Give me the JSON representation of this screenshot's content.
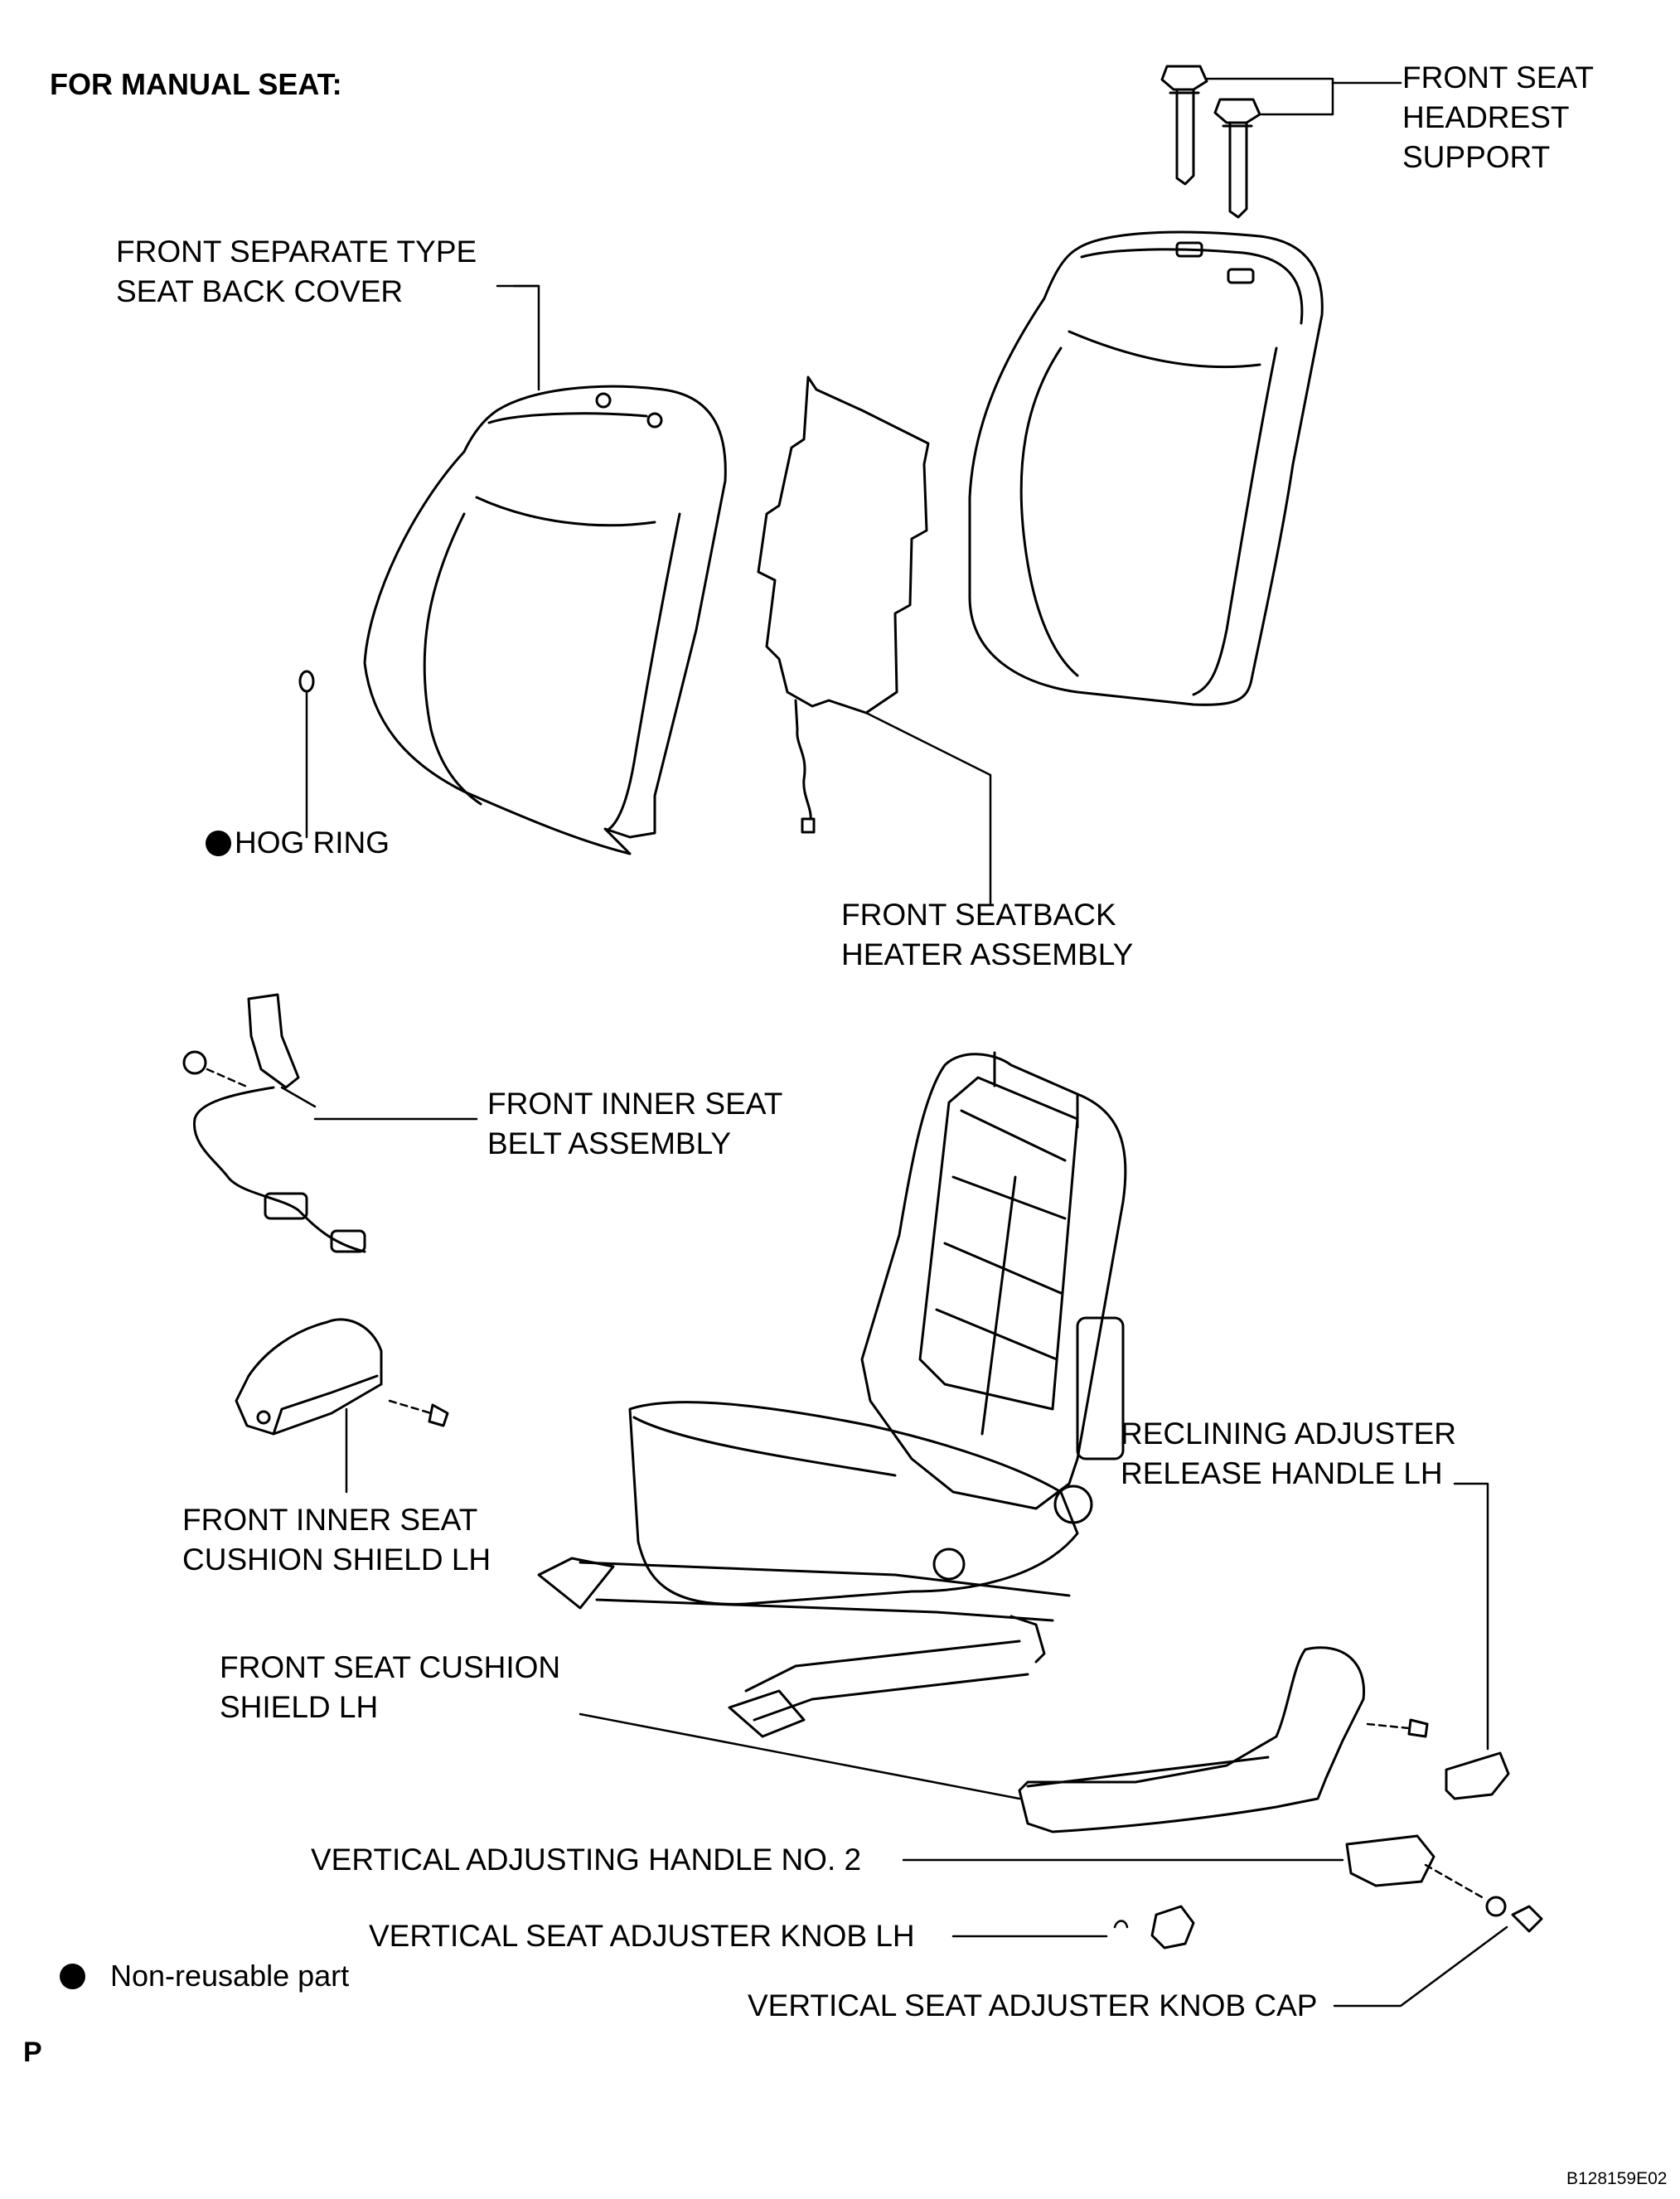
{
  "header": "FOR MANUAL SEAT:",
  "labels": {
    "headrest_support": [
      "FRONT SEAT",
      "HEADREST",
      "SUPPORT"
    ],
    "seat_back_cover": [
      "FRONT SEPARATE TYPE",
      "SEAT BACK COVER"
    ],
    "hog_ring": "HOG RING",
    "seatback_heater": [
      "FRONT SEATBACK",
      "HEATER ASSEMBLY"
    ],
    "inner_seat_belt": [
      "FRONT INNER SEAT",
      "BELT ASSEMBLY"
    ],
    "inner_cushion_shield": [
      "FRONT INNER SEAT",
      "CUSHION SHIELD LH"
    ],
    "reclining_handle": [
      "RECLINING ADJUSTER",
      "RELEASE HANDLE LH"
    ],
    "cushion_shield": [
      "FRONT SEAT CUSHION",
      "SHIELD LH"
    ],
    "vertical_handle": "VERTICAL ADJUSTING HANDLE NO. 2",
    "adjuster_knob": "VERTICAL SEAT ADJUSTER KNOB LH",
    "adjuster_knob_cap": "VERTICAL SEAT ADJUSTER KNOB CAP"
  },
  "legend": {
    "text": "Non-reusable part",
    "icon": "filled-circle-icon"
  },
  "section_mark": "P",
  "figure_code": "B128159E02"
}
